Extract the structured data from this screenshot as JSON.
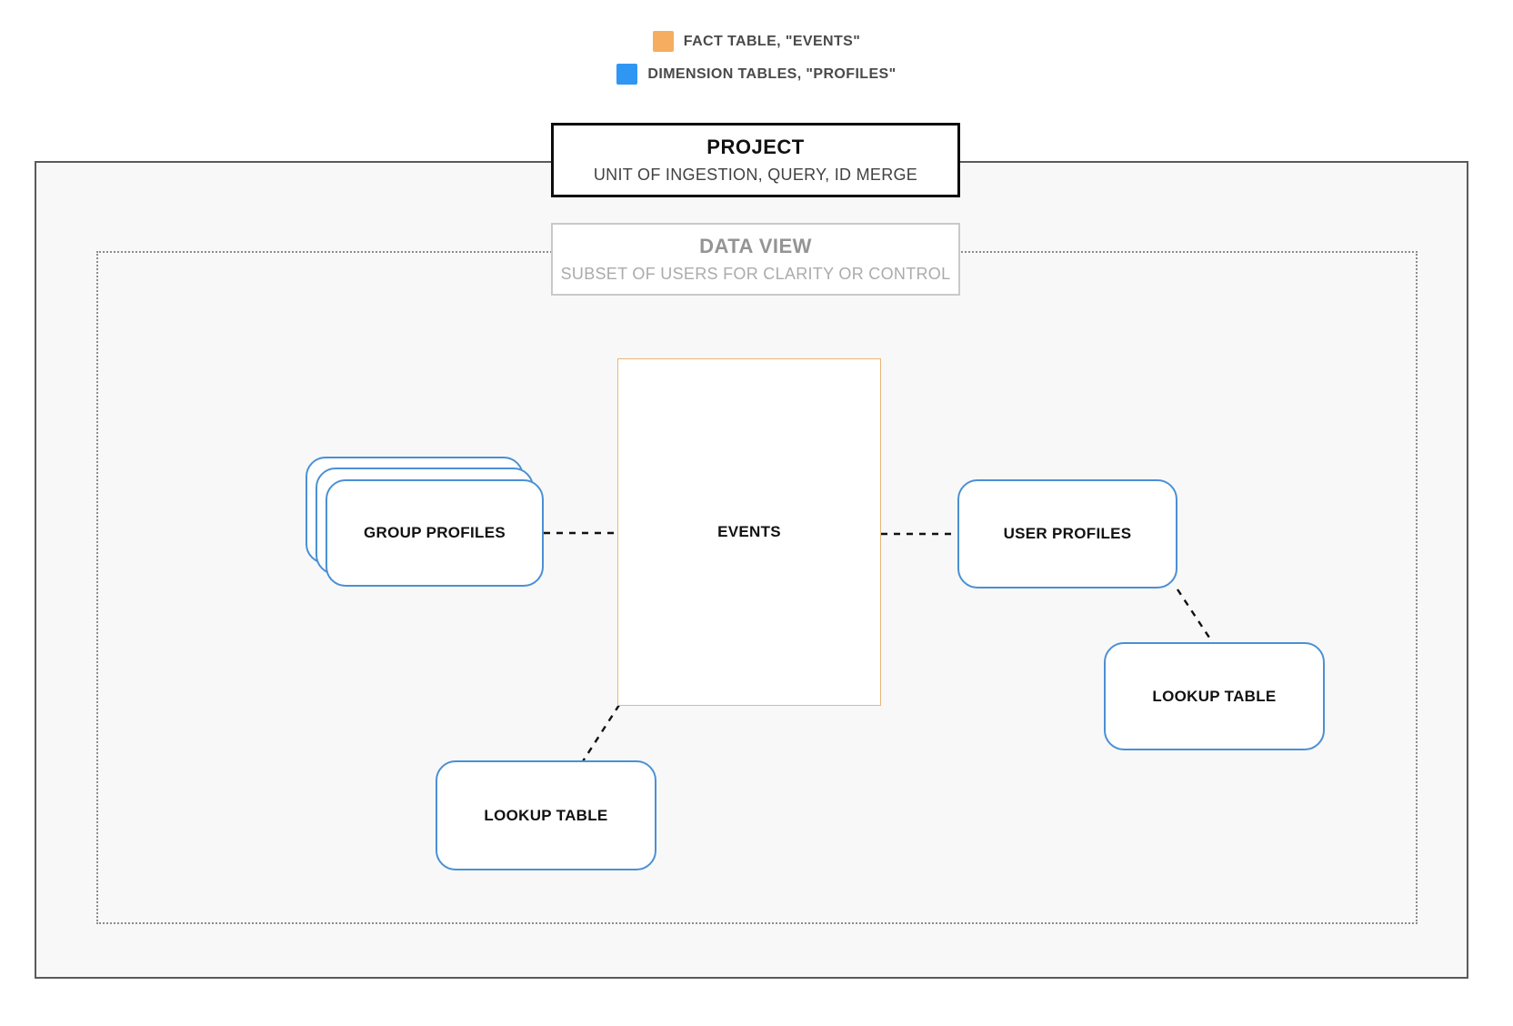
{
  "legend": {
    "items": [
      {
        "name": "fact-table",
        "label": "FACT TABLE, \"EVENTS\"",
        "swatch": "#F6AD5F"
      },
      {
        "name": "dimension-tables",
        "label": "DIMENSION TABLES, \"PROFILES\"",
        "swatch": "#2F96F4"
      }
    ]
  },
  "project": {
    "title": "PROJECT",
    "subtitle": "UNIT OF INGESTION, QUERY, ID MERGE"
  },
  "data_view": {
    "title": "DATA VIEW",
    "subtitle": "SUBSET OF USERS FOR CLARITY OR CONTROL"
  },
  "nodes": {
    "events": {
      "label": "EVENTS"
    },
    "group_profiles": {
      "label": "GROUP PROFILES"
    },
    "user_profiles": {
      "label": "USER PROFILES"
    },
    "lookup_table_bottom": {
      "label": "LOOKUP TABLE"
    },
    "lookup_table_right": {
      "label": "LOOKUP TABLE"
    }
  },
  "colors": {
    "fact_orange": "#F6AD5F",
    "fact_border_orange": "#E9B678",
    "dimension_blue": "#2F96F4",
    "node_border_blue": "#4A90D4",
    "legend_text": "#4A4A4A",
    "outer_border": "#5A5A5A",
    "inner_bg": "#F8F8F8",
    "dotted_border": "#8C8C8C",
    "muted_title": "#949494",
    "muted_subtitle": "#ABABAB",
    "connector": "#111111"
  }
}
